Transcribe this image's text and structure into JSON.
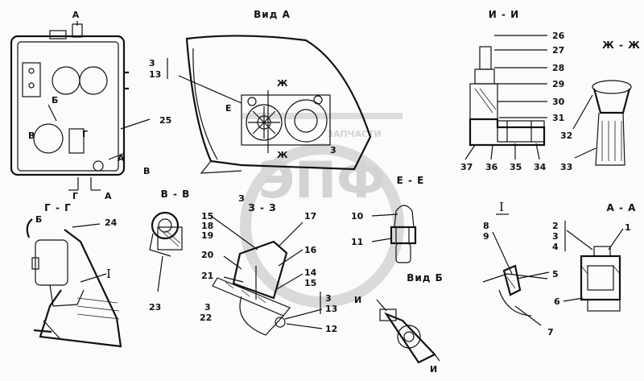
{
  "watermark": {
    "text": "ЭПФ",
    "subtext": "ЗАПЧАСТИ"
  },
  "views": {
    "tank_marker_a": "А",
    "vid_a": "Вид А",
    "i_i": "И - И",
    "zh_zh": "Ж - Ж",
    "g_g": "Г - Г",
    "v_v": "В - В",
    "z_z": "З - З",
    "e_e": "Е - Е",
    "vid_b": "Вид Б",
    "roman_left": "I",
    "roman_right": "I",
    "a_a": "А - А"
  },
  "callouts": {
    "n25": "25",
    "n24": "24",
    "n26": "26",
    "n27": "27",
    "n28": "28",
    "n29": "29",
    "n30": "30",
    "n31": "31",
    "n32": "32",
    "n33": "33",
    "n34": "34",
    "n35": "35",
    "n36": "36",
    "n37": "37",
    "n3a": "3",
    "n13a": "13",
    "n3b": "3",
    "n10": "10",
    "n11": "11",
    "n15a": "15",
    "n18": "18",
    "n19": "19",
    "n17": "17",
    "n16": "16",
    "n20": "20",
    "n21": "21",
    "n14": "14",
    "n15b": "15",
    "n23": "23",
    "n3c": "3",
    "n22": "22",
    "n3d": "3",
    "n13b": "13",
    "n12": "12",
    "n8": "8",
    "n9": "9",
    "n5": "5",
    "n7": "7",
    "n2": "2",
    "n3e": "3",
    "n4": "4",
    "n1": "1",
    "n6": "6"
  },
  "section_marks": {
    "b": "Б",
    "v": "В",
    "g": "Г",
    "a": "А",
    "e": "Е",
    "zh": "Ж",
    "g2": "Г",
    "a2": "А",
    "v2": "В",
    "zh2": "Ж",
    "i": "И",
    "i2": "И",
    "z": "З",
    "b2": "Б"
  }
}
